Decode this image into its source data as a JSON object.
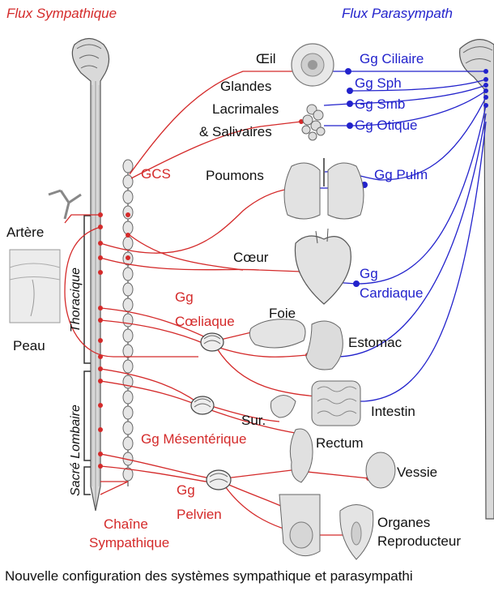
{
  "headers": {
    "sympathetic": "Flux Sympathique",
    "parasympathetic": "Flux Parasympath"
  },
  "colors": {
    "sympathetic": "#d42a2a",
    "parasympathetic": "#2222cc",
    "organ_label": "#111111"
  },
  "sympathetic_ganglia": {
    "gcs": "GCS",
    "coeliaque_1": "Gg",
    "coeliaque_2": "Cœliaque",
    "mesenterique": "Gg Mésentérique",
    "pelvien_1": "Gg",
    "pelvien_2": "Pelvien",
    "chain_1": "Chaîne",
    "chain_2": "Sympathique"
  },
  "parasympathetic_ganglia": {
    "ciliaire": "Gg Ciliaire",
    "sph": "Gg Sph",
    "smb": "Gg Smb",
    "otique": "Gg Otique",
    "pulm": "Gg Pulm",
    "cardiaque_1": "Gg",
    "cardiaque_2": "Cardiaque"
  },
  "organs": {
    "oeil": "Œil",
    "glandes": "Glandes",
    "lacrimales": "Lacrimales",
    "salivaires": "& Salivaires",
    "poumons": "Poumons",
    "coeur": "Cœur",
    "foie": "Foie",
    "estomac": "Estomac",
    "intestin": "Intestin",
    "sur": "Sur.",
    "rectum": "Rectum",
    "vessie": "Vessie",
    "organes": "Organes",
    "reproducteurs": "Reproducteur",
    "artere": "Artère",
    "peau": "Peau"
  },
  "spine_regions": {
    "thoracique": "Thoracique",
    "lombaire": "Sacré Lombaire"
  },
  "caption": "Nouvelle configuration des systèmes sympathique et parasympathi"
}
